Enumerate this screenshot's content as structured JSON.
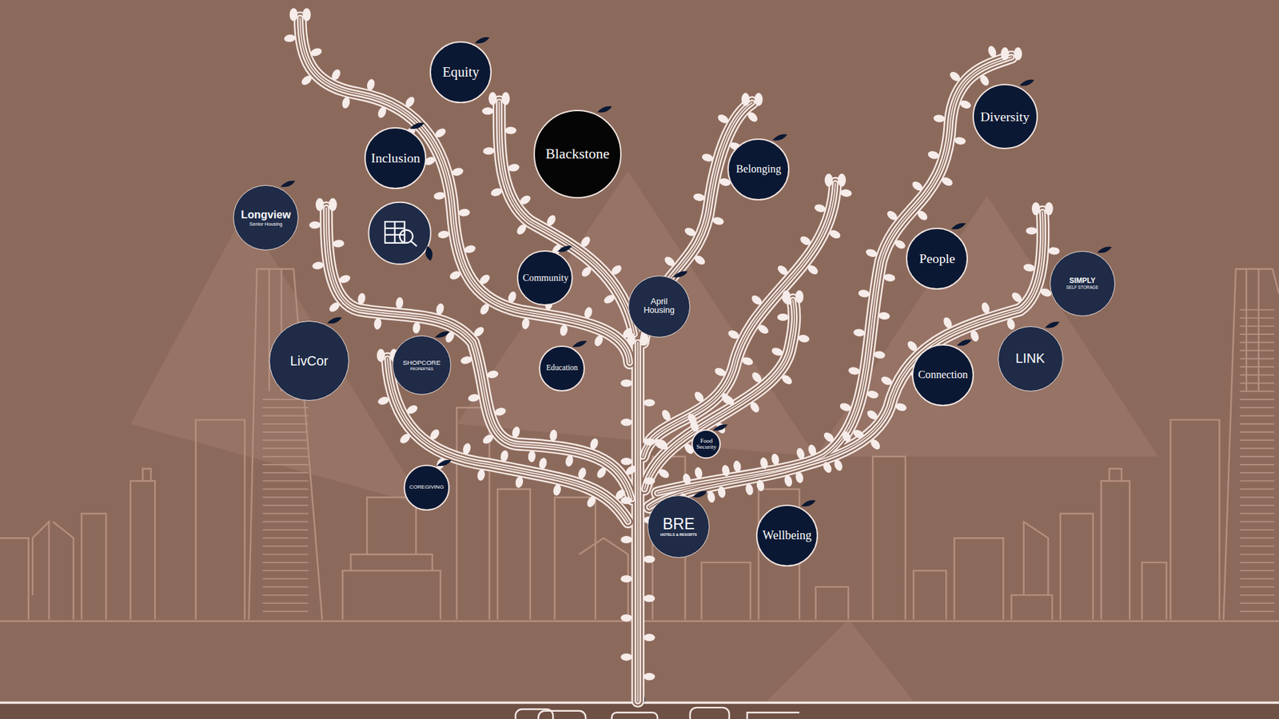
{
  "diagram": {
    "nodes": [
      {
        "text": [
          "Equity"
        ]
      },
      {
        "text": [
          "Blackstone"
        ]
      },
      {
        "text": [
          "Diversity"
        ]
      },
      {
        "text": [
          "Inclusion"
        ]
      },
      {
        "text": [
          "Belonging"
        ]
      },
      {
        "text": [
          "Longview",
          "Senior Housing"
        ]
      },
      {
        "text": [
          "People"
        ]
      },
      {
        "text": [
          "Community"
        ]
      },
      {
        "text": [
          "SIMPLY",
          "SELF STORAGE"
        ]
      },
      {
        "text": [
          "April Housing"
        ]
      },
      {
        "text": [
          "LINK"
        ]
      },
      {
        "text": [
          "LivCor"
        ]
      },
      {
        "text": [
          "SHOPCORE",
          "PROPERTIES"
        ]
      },
      {
        "text": [
          "Education"
        ]
      },
      {
        "text": [
          "Connection"
        ]
      },
      {
        "text": [
          "Food Security"
        ]
      },
      {
        "text": [
          "COREGIVING"
        ]
      },
      {
        "text": [
          "BRE",
          "HOTELS & RESORTS"
        ]
      },
      {
        "text": [
          "Wellbeing"
        ]
      }
    ]
  }
}
